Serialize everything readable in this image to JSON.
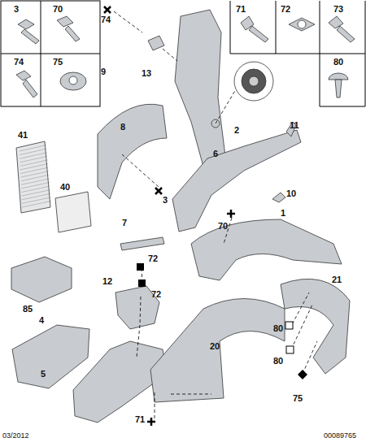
{
  "diagram": {
    "labels": [
      "3",
      "70",
      "74",
      "75",
      "71",
      "72",
      "73",
      "80",
      "74",
      "13",
      "9",
      "2",
      "8",
      "11",
      "6",
      "41",
      "40",
      "3",
      "10",
      "1",
      "70",
      "7",
      "72",
      "85",
      "12",
      "72",
      "21",
      "4",
      "80",
      "5",
      "20",
      "80",
      "75",
      "71",
      "03/2012",
      "00089765"
    ]
  }
}
